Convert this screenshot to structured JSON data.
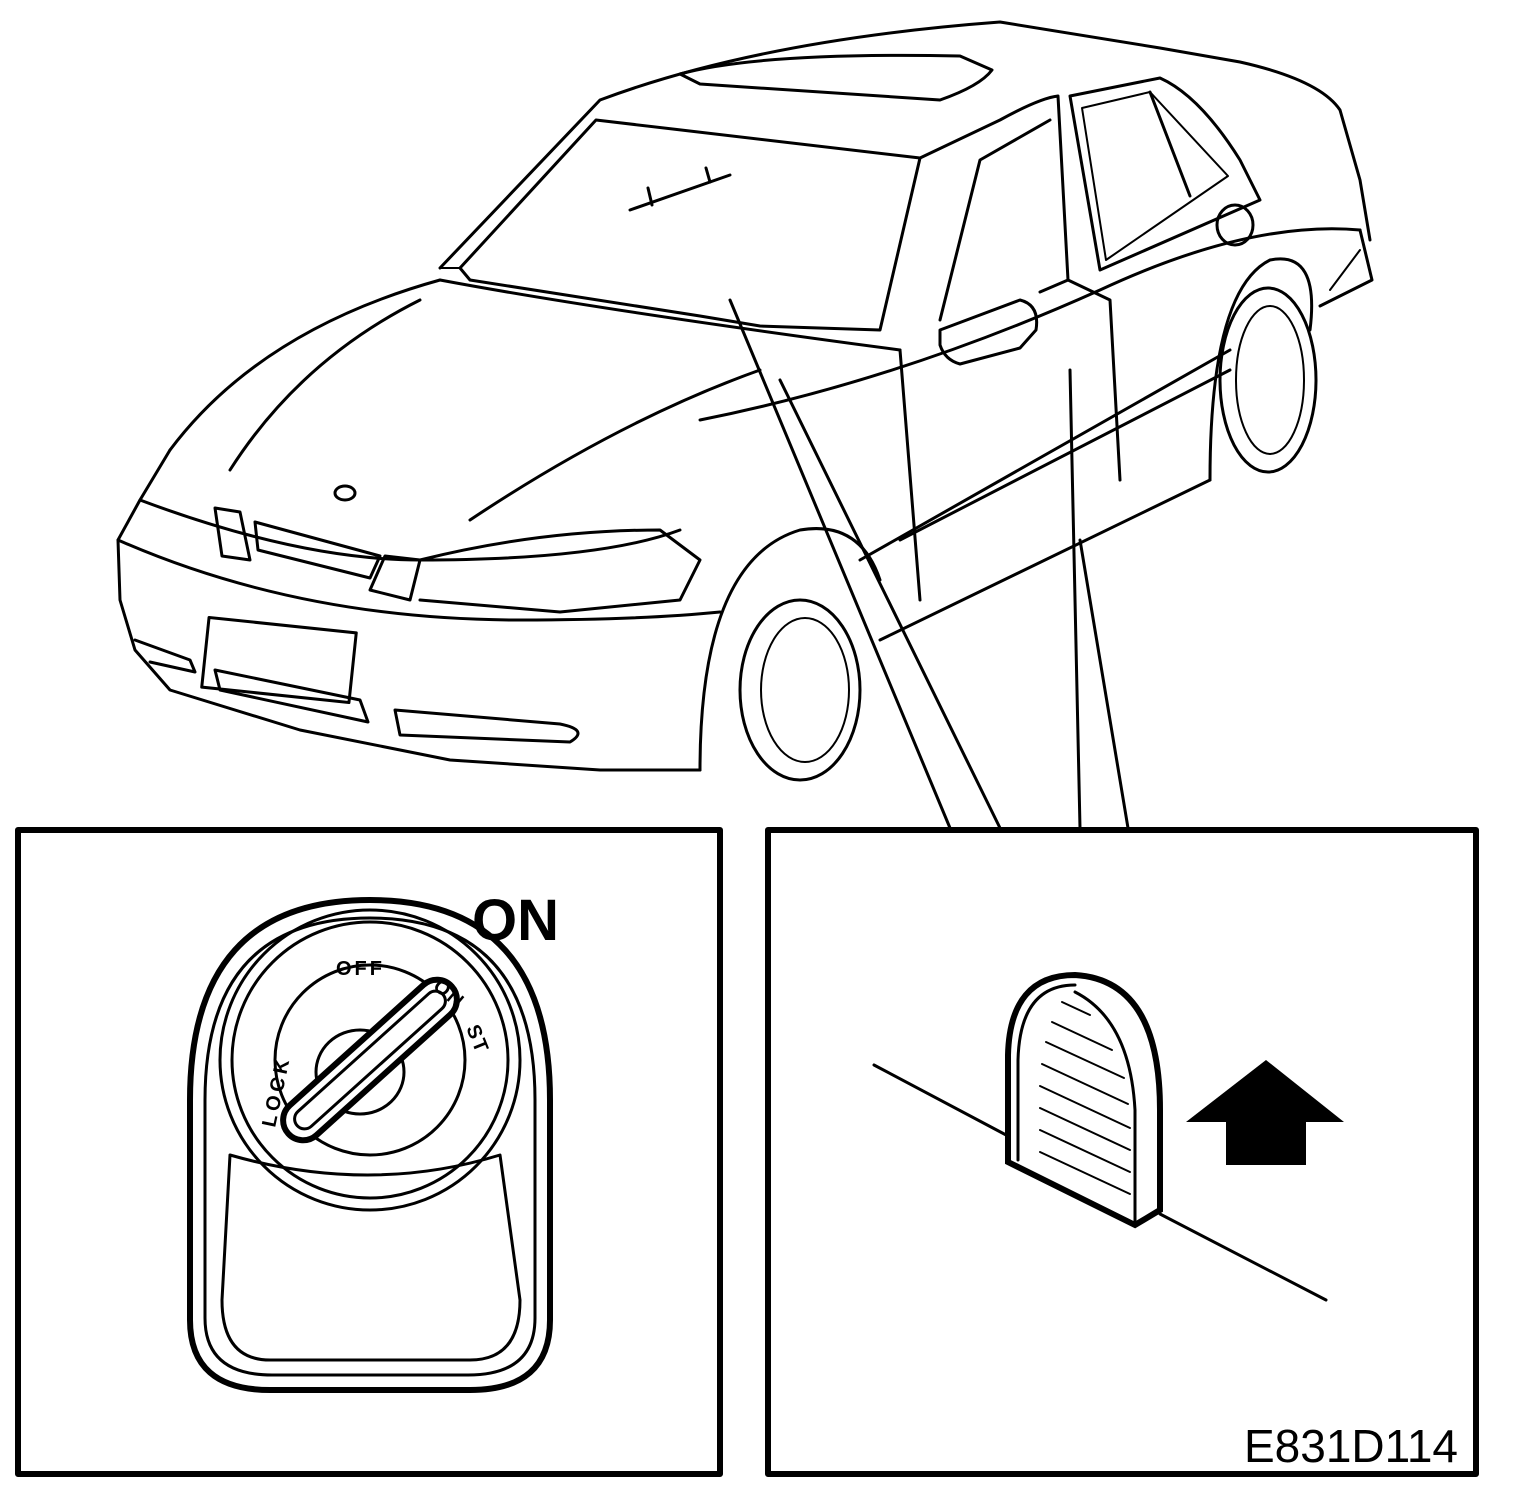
{
  "figure": {
    "code": "E831D114"
  },
  "ignition_panel": {
    "title": "ON",
    "positions": {
      "lock": "LOCK",
      "off": "OFF",
      "on": "ON",
      "start": "ST"
    }
  },
  "door_lock_panel": {
    "arrow_direction": "up",
    "icon": "arrow-up-icon"
  },
  "colors": {
    "ink": "#000000",
    "paper": "#ffffff"
  }
}
